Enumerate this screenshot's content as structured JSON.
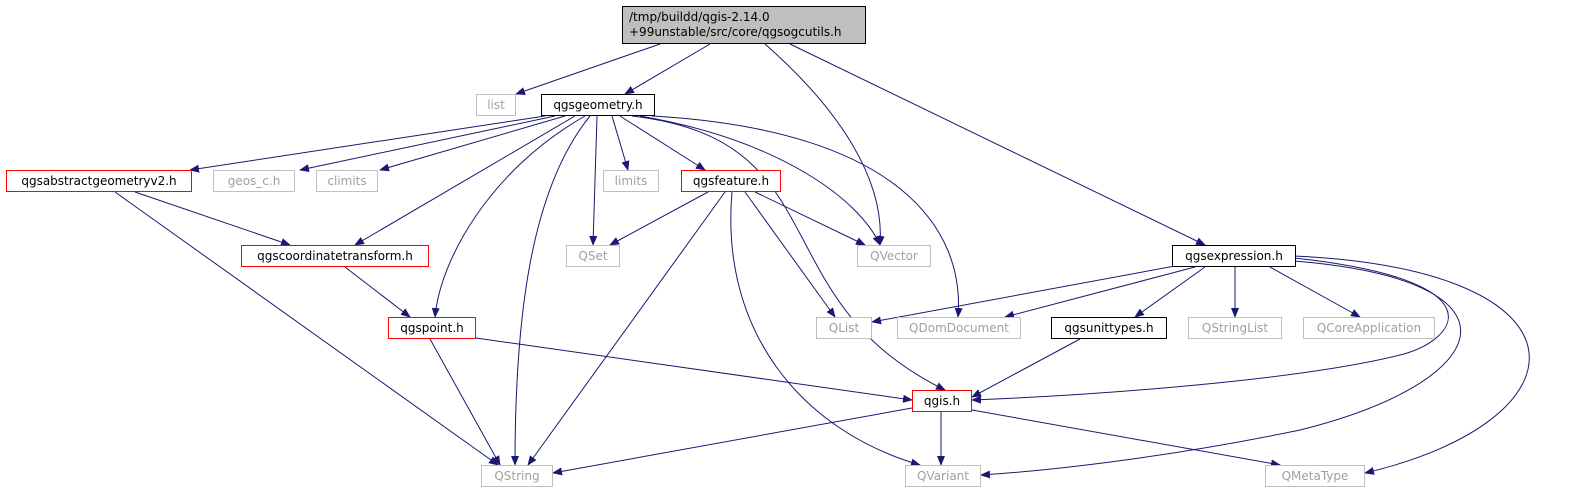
{
  "colors": {
    "edge": "#191970",
    "black_border": "#000000",
    "red_border": "#ff0000",
    "gray_border": "#bfbfbf",
    "root_fill": "#bfbfbf"
  },
  "nodes": {
    "root": {
      "line1": "/tmp/buildd/qgis-2.14.0",
      "line2": "+99unstable/src/core/qgsogcutils.h"
    },
    "list": "list",
    "qgsgeometry": "qgsgeometry.h",
    "qgsabstractgeometryv2": "qgsabstractgeometryv2.h",
    "geos_c": "geos_c.h",
    "climits": "climits",
    "limits": "limits",
    "qgsfeature": "qgsfeature.h",
    "qgscoordinatetransform": "qgscoordinatetransform.h",
    "qset": "QSet",
    "qvector": "QVector",
    "qgsexpression": "qgsexpression.h",
    "qgspoint": "qgspoint.h",
    "qlist": "QList",
    "qdomdocument": "QDomDocument",
    "qgsunittypes": "qgsunittypes.h",
    "qstringlist": "QStringList",
    "qcoreapplication": "QCoreApplication",
    "qgis": "qgis.h",
    "qstring": "QString",
    "qvariant": "QVariant",
    "qmetatype": "QMetaType"
  }
}
